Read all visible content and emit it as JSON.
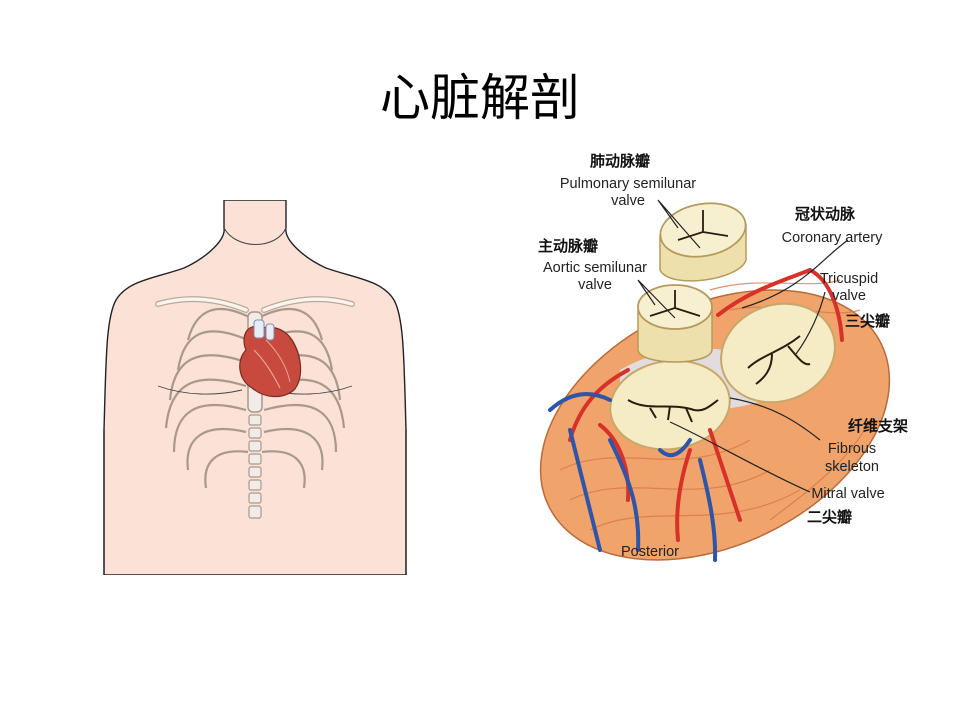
{
  "slide": {
    "title": "心脏解剖"
  },
  "diagram": {
    "labels": {
      "pulmonary_zh": "肺动脉瓣",
      "pulmonary_en_1": "Pulmonary semilunar",
      "pulmonary_en_2": "valve",
      "aortic_zh": "主动脉瓣",
      "aortic_en_1": "Aortic semilunar",
      "aortic_en_2": "valve",
      "coronary_zh": "冠状动脉",
      "coronary_en": "Coronary artery",
      "tricuspid_en_1": "Tricuspid",
      "tricuspid_en_2": "valve",
      "tricuspid_zh": "三尖瓣",
      "fibrous_zh": "纤维支架",
      "fibrous_en_1": "Fibrous",
      "fibrous_en_2": "skeleton",
      "mitral_en": "Mitral valve",
      "mitral_zh": "二尖瓣",
      "posterior": "Posterior"
    }
  },
  "colors": {
    "skin": "#fbe1d6",
    "outline": "#222222",
    "heart_red": "#c84a3e",
    "artery_red": "#d8312a",
    "vein_blue": "#2f55a8",
    "valve_cream": "#f2e6b5",
    "muscle_orange": "#f0a36a"
  }
}
